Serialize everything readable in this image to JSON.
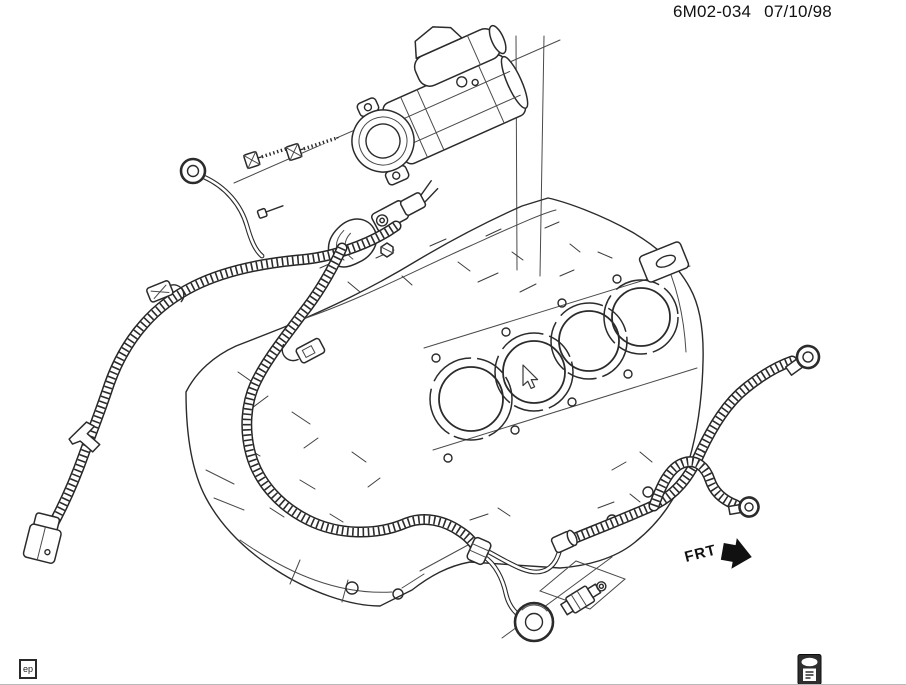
{
  "window": {
    "background_color": "#ffffff",
    "ink_color": "#2b2b2b",
    "bottom_border_color": "#b8b8b8"
  },
  "header": {
    "doc_number": "6M02-034",
    "date": "07/10/98"
  },
  "diagram": {
    "front_label": "FRT",
    "parts": [
      "starter-motor",
      "starter-mounting-bolts",
      "v8-engine-block",
      "cylinder-bores",
      "battery-cable-harness",
      "ring-terminals",
      "harness-connector",
      "harness-clips",
      "round-sensor",
      "plug-sensor"
    ]
  },
  "footer": {
    "badge_label": "ep"
  },
  "tool_icon": {
    "name": "page-print-icon",
    "color": "#2e2e2e"
  }
}
